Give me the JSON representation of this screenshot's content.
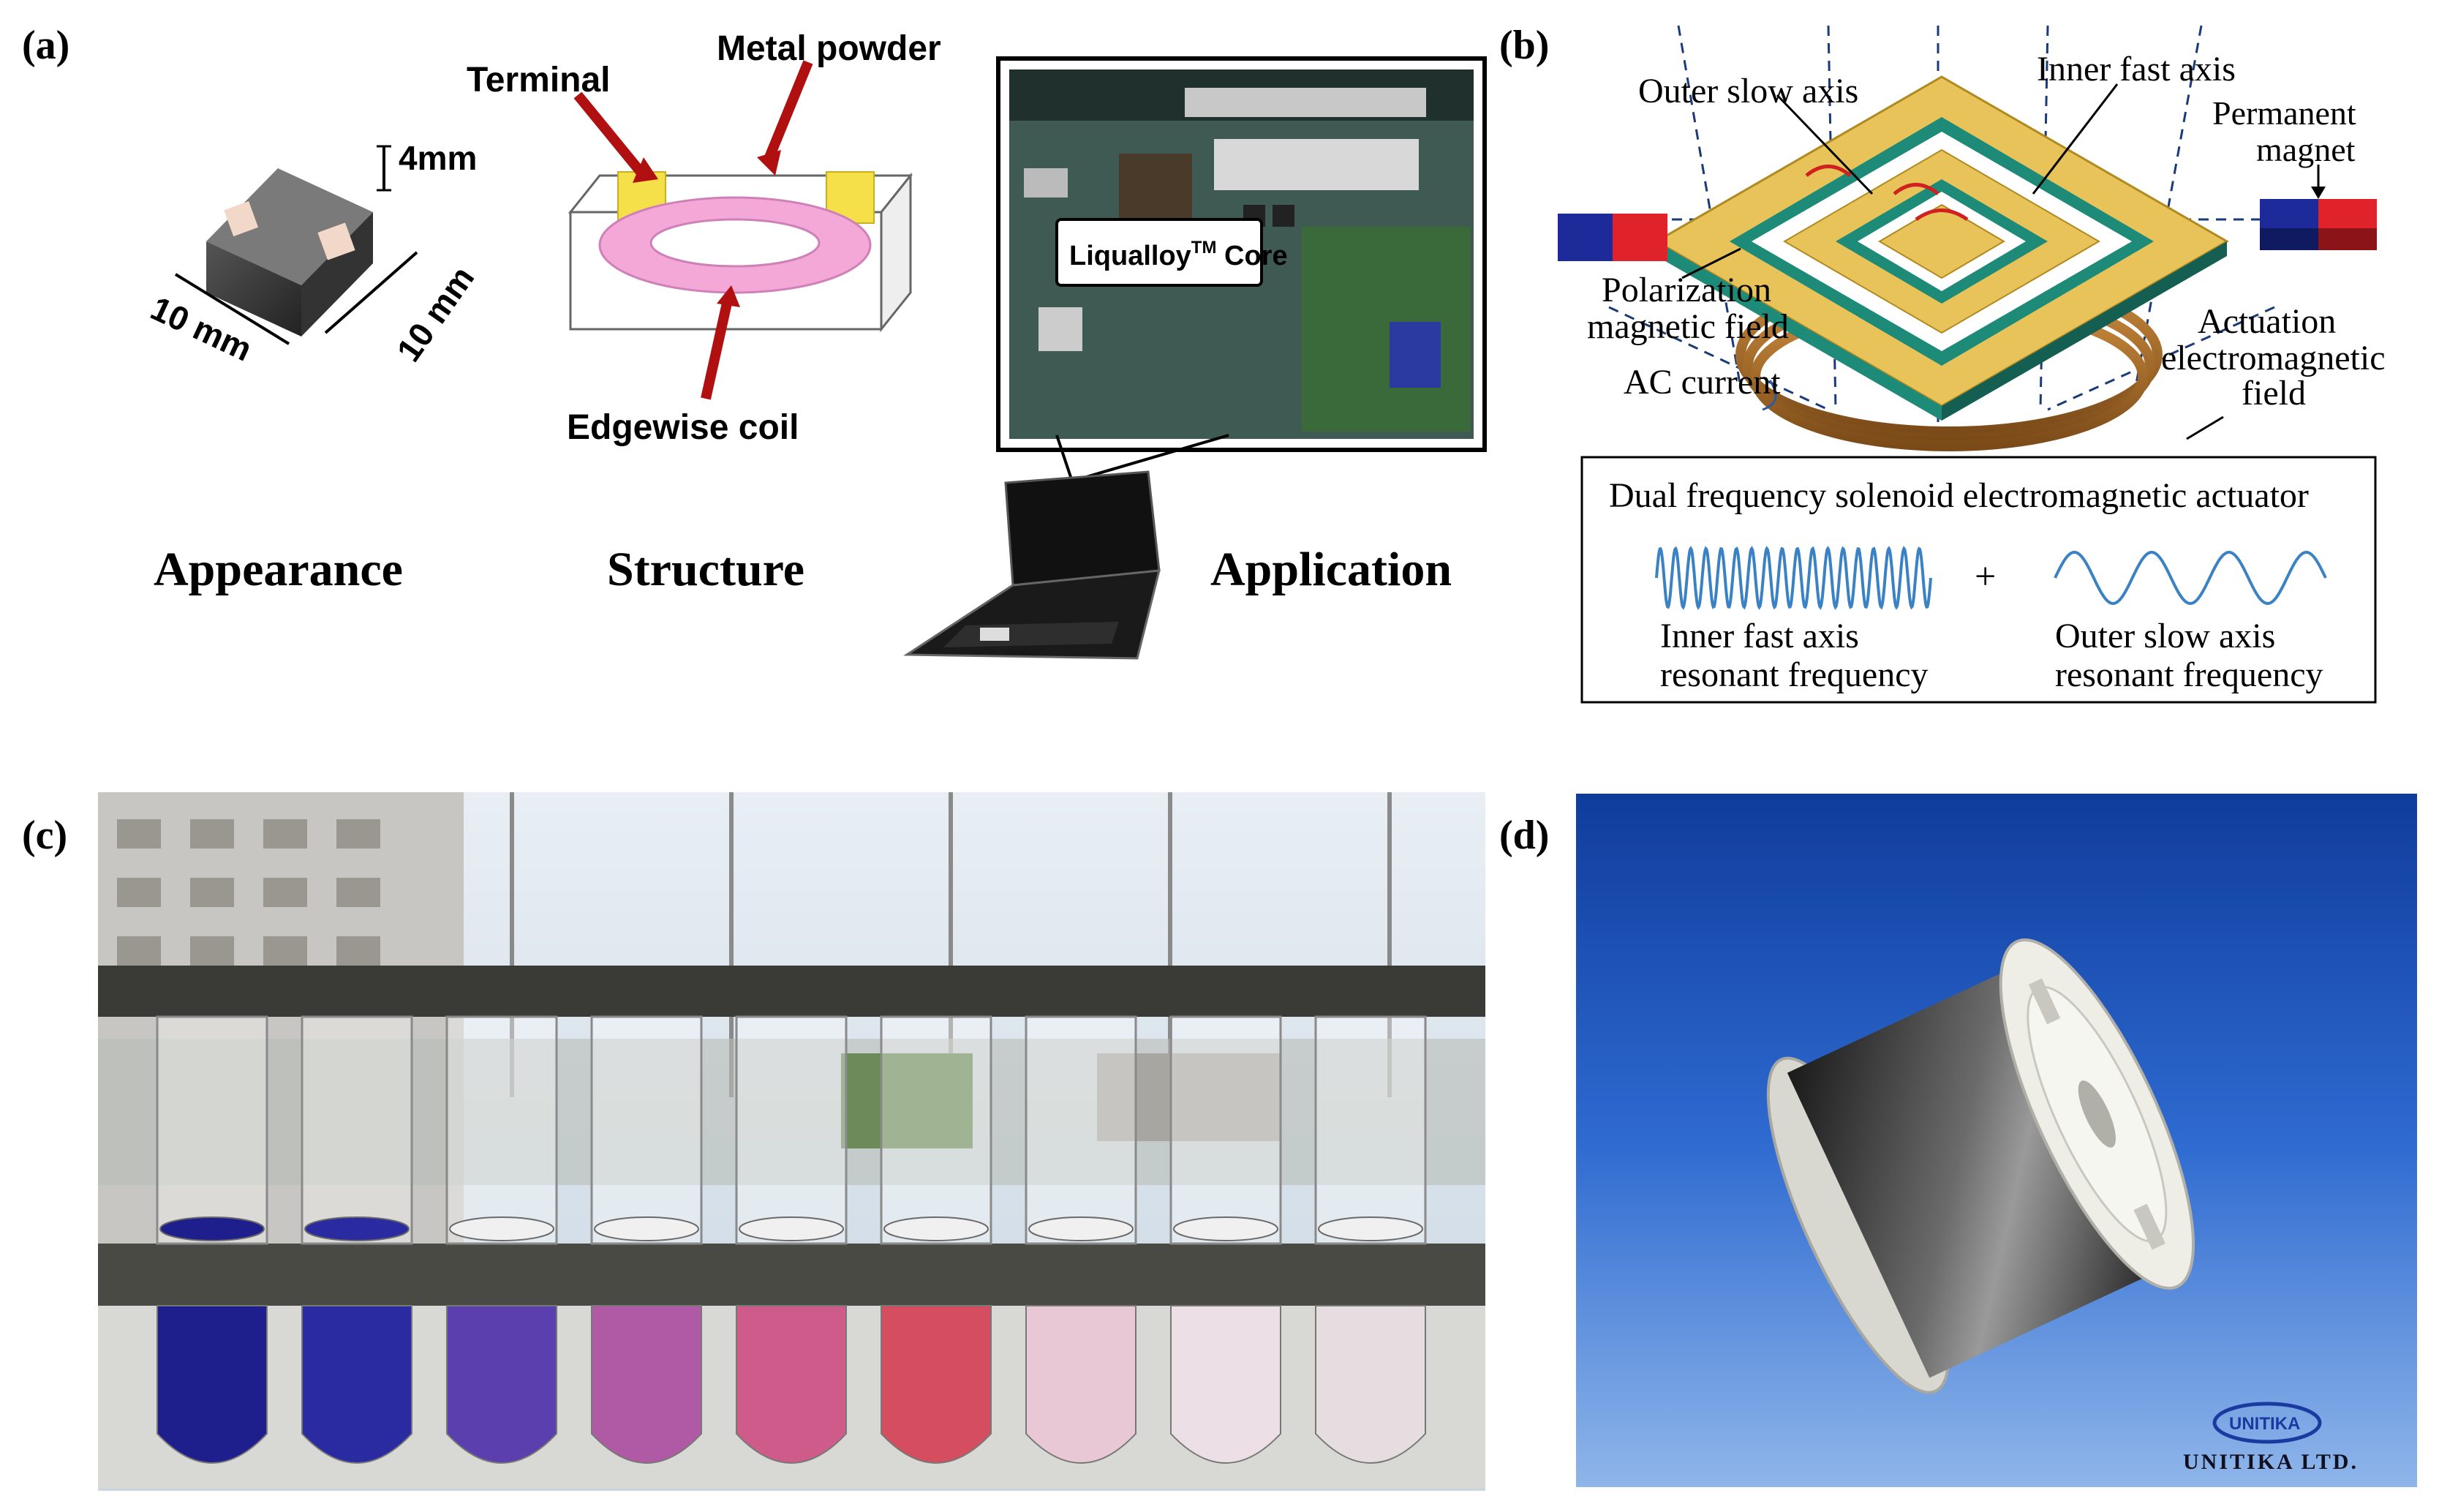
{
  "panels": {
    "a": {
      "label": "(a)",
      "dim_height": "4mm",
      "dim_width": "10 mm",
      "dim_depth": "10 mm",
      "terminal": "Terminal",
      "metal_powder": "Metal powder",
      "edgewise_coil": "Edgewise coil",
      "core_label": "Liqualloy",
      "core_tm": "TM",
      "core_suffix": " Core",
      "caption_appearance": "Appearance",
      "caption_structure": "Structure",
      "caption_application": "Application"
    },
    "b": {
      "label": "(b)",
      "outer_slow_axis": "Outer slow axis",
      "inner_fast_axis": "Inner fast axis",
      "permanent_magnet_1": "Permanent",
      "permanent_magnet_2": "magnet",
      "polarization_1": "Polarization",
      "polarization_2": "magnetic field",
      "actuation_1": "Actuation",
      "actuation_2": "electromagnetic",
      "actuation_3": "field",
      "ac_current": "AC current",
      "box_title": "Dual frequency solenoid electromagnetic actuator",
      "plus": "+",
      "inner_res_1": "Inner fast axis",
      "inner_res_2": "resonant frequency",
      "outer_res_1": "Outer slow axis",
      "outer_res_2": "resonant frequency"
    },
    "c": {
      "label": "(c)"
    },
    "d": {
      "label": "(d)",
      "logo_text": "UNITIKA",
      "company": "UNITIKA LTD."
    }
  },
  "colors": {
    "tube_liquids": [
      "#1e1f8c",
      "#2a2ba0",
      "#5b3fae",
      "#b05aa6",
      "#cf5b8a",
      "#d44e60",
      "#e8c8d4",
      "#ece0e6",
      "#e6dde0"
    ],
    "magnet_red": "#e0232b",
    "magnet_blue": "#1c2a9a",
    "frame_gold": "#e8c35a",
    "frame_teal": "#1e8a78",
    "coil_pink": "#f4a8d8",
    "terminal_yellow": "#f5e04a",
    "arrow_red": "#b01010",
    "sine_blue": "#3b82c4",
    "blue_background": "#1b4fb5"
  }
}
